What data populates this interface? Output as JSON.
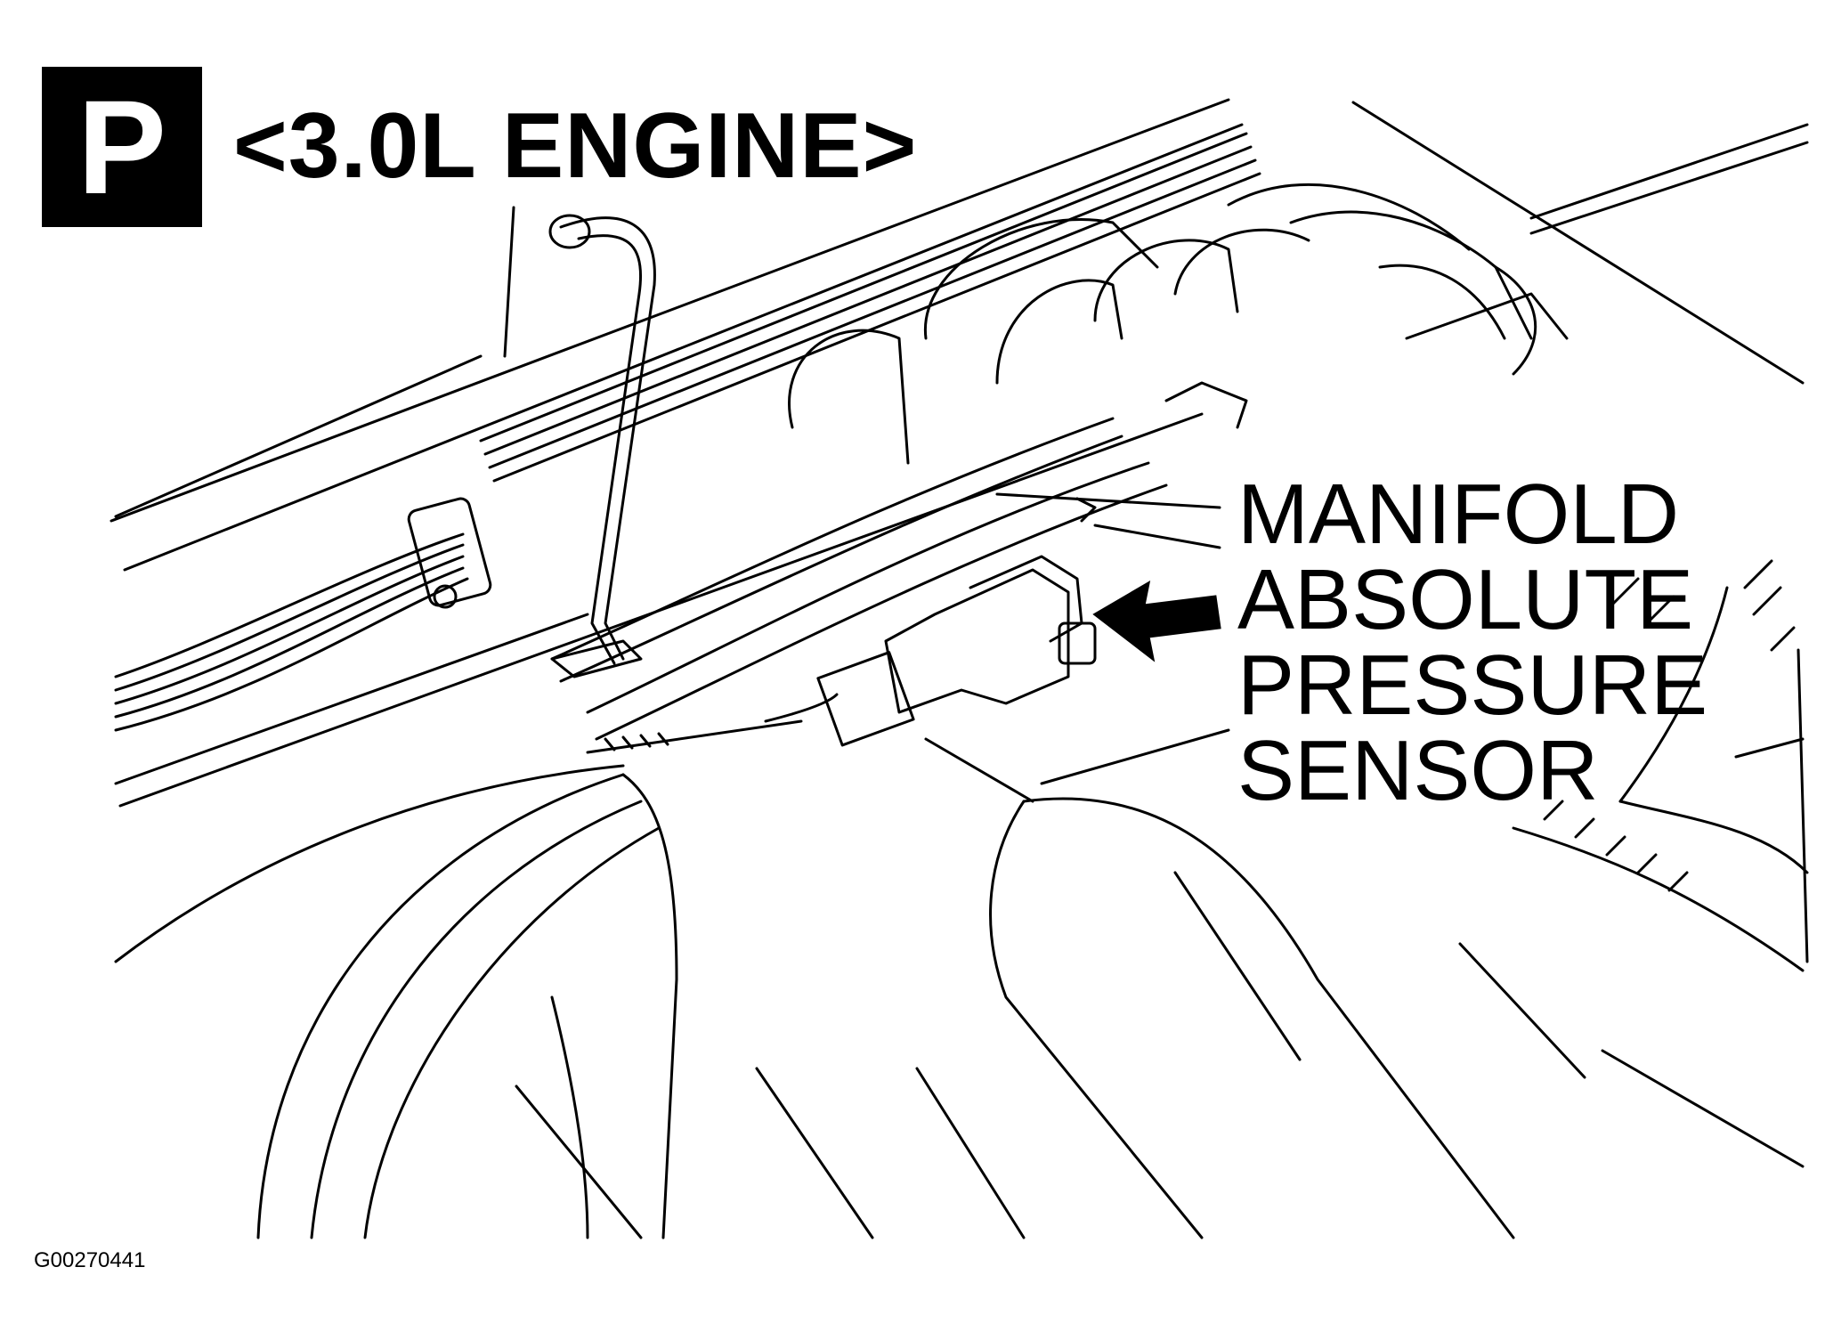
{
  "badge": {
    "letter": "P"
  },
  "title": "<3.0L ENGINE>",
  "callout": {
    "lines": [
      "MANIFOLD",
      "ABSOLUTE",
      "PRESSURE",
      "SENSOR"
    ]
  },
  "figure_code": "G00270441",
  "colors": {
    "ink": "#000000",
    "paper": "#ffffff"
  },
  "icons": {
    "pointer": "arrow-left-icon"
  }
}
